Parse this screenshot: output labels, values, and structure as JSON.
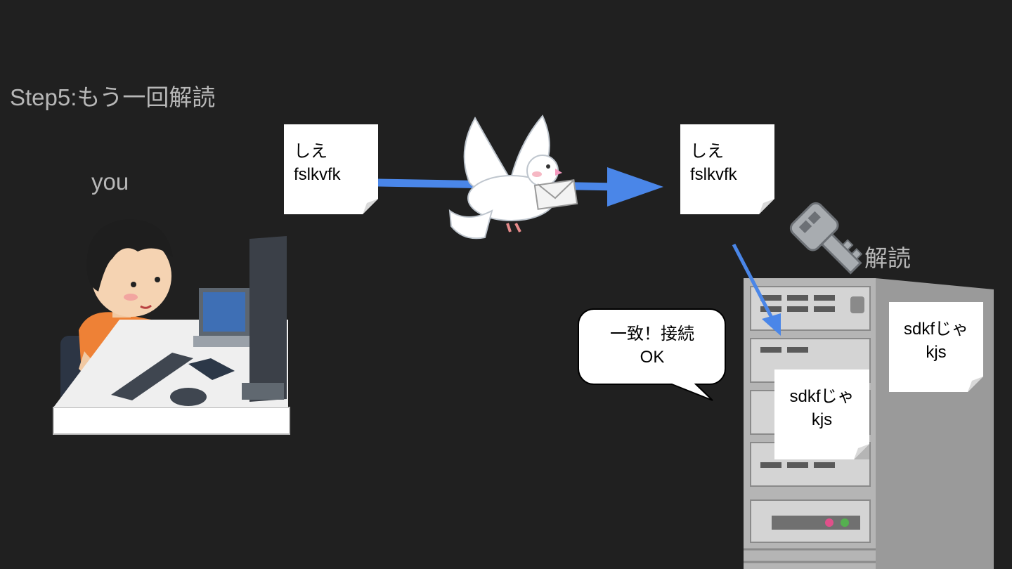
{
  "title": "Step5:もう一回解読",
  "you_label": "you",
  "decode_label": "解読",
  "sent_message": {
    "line1": "しえ",
    "line2": "fslkvfk"
  },
  "received_message": {
    "line1": "しえ",
    "line2": "fslkvfk"
  },
  "server_note_front": {
    "line1": "sdkfじゃ",
    "line2": "kjs"
  },
  "server_note_side": {
    "line1": "sdkfじゃ",
    "line2": "kjs"
  },
  "speech_bubble": {
    "line1": "一致！接続",
    "line2": "OK"
  },
  "colors": {
    "background": "#202020",
    "arrow": "#4a86e8",
    "label_text": "#b7b7b7"
  },
  "icons": [
    "person-at-computer-illustration",
    "pigeon-carrying-letter-icon",
    "key-icon",
    "server-rack-illustration"
  ]
}
